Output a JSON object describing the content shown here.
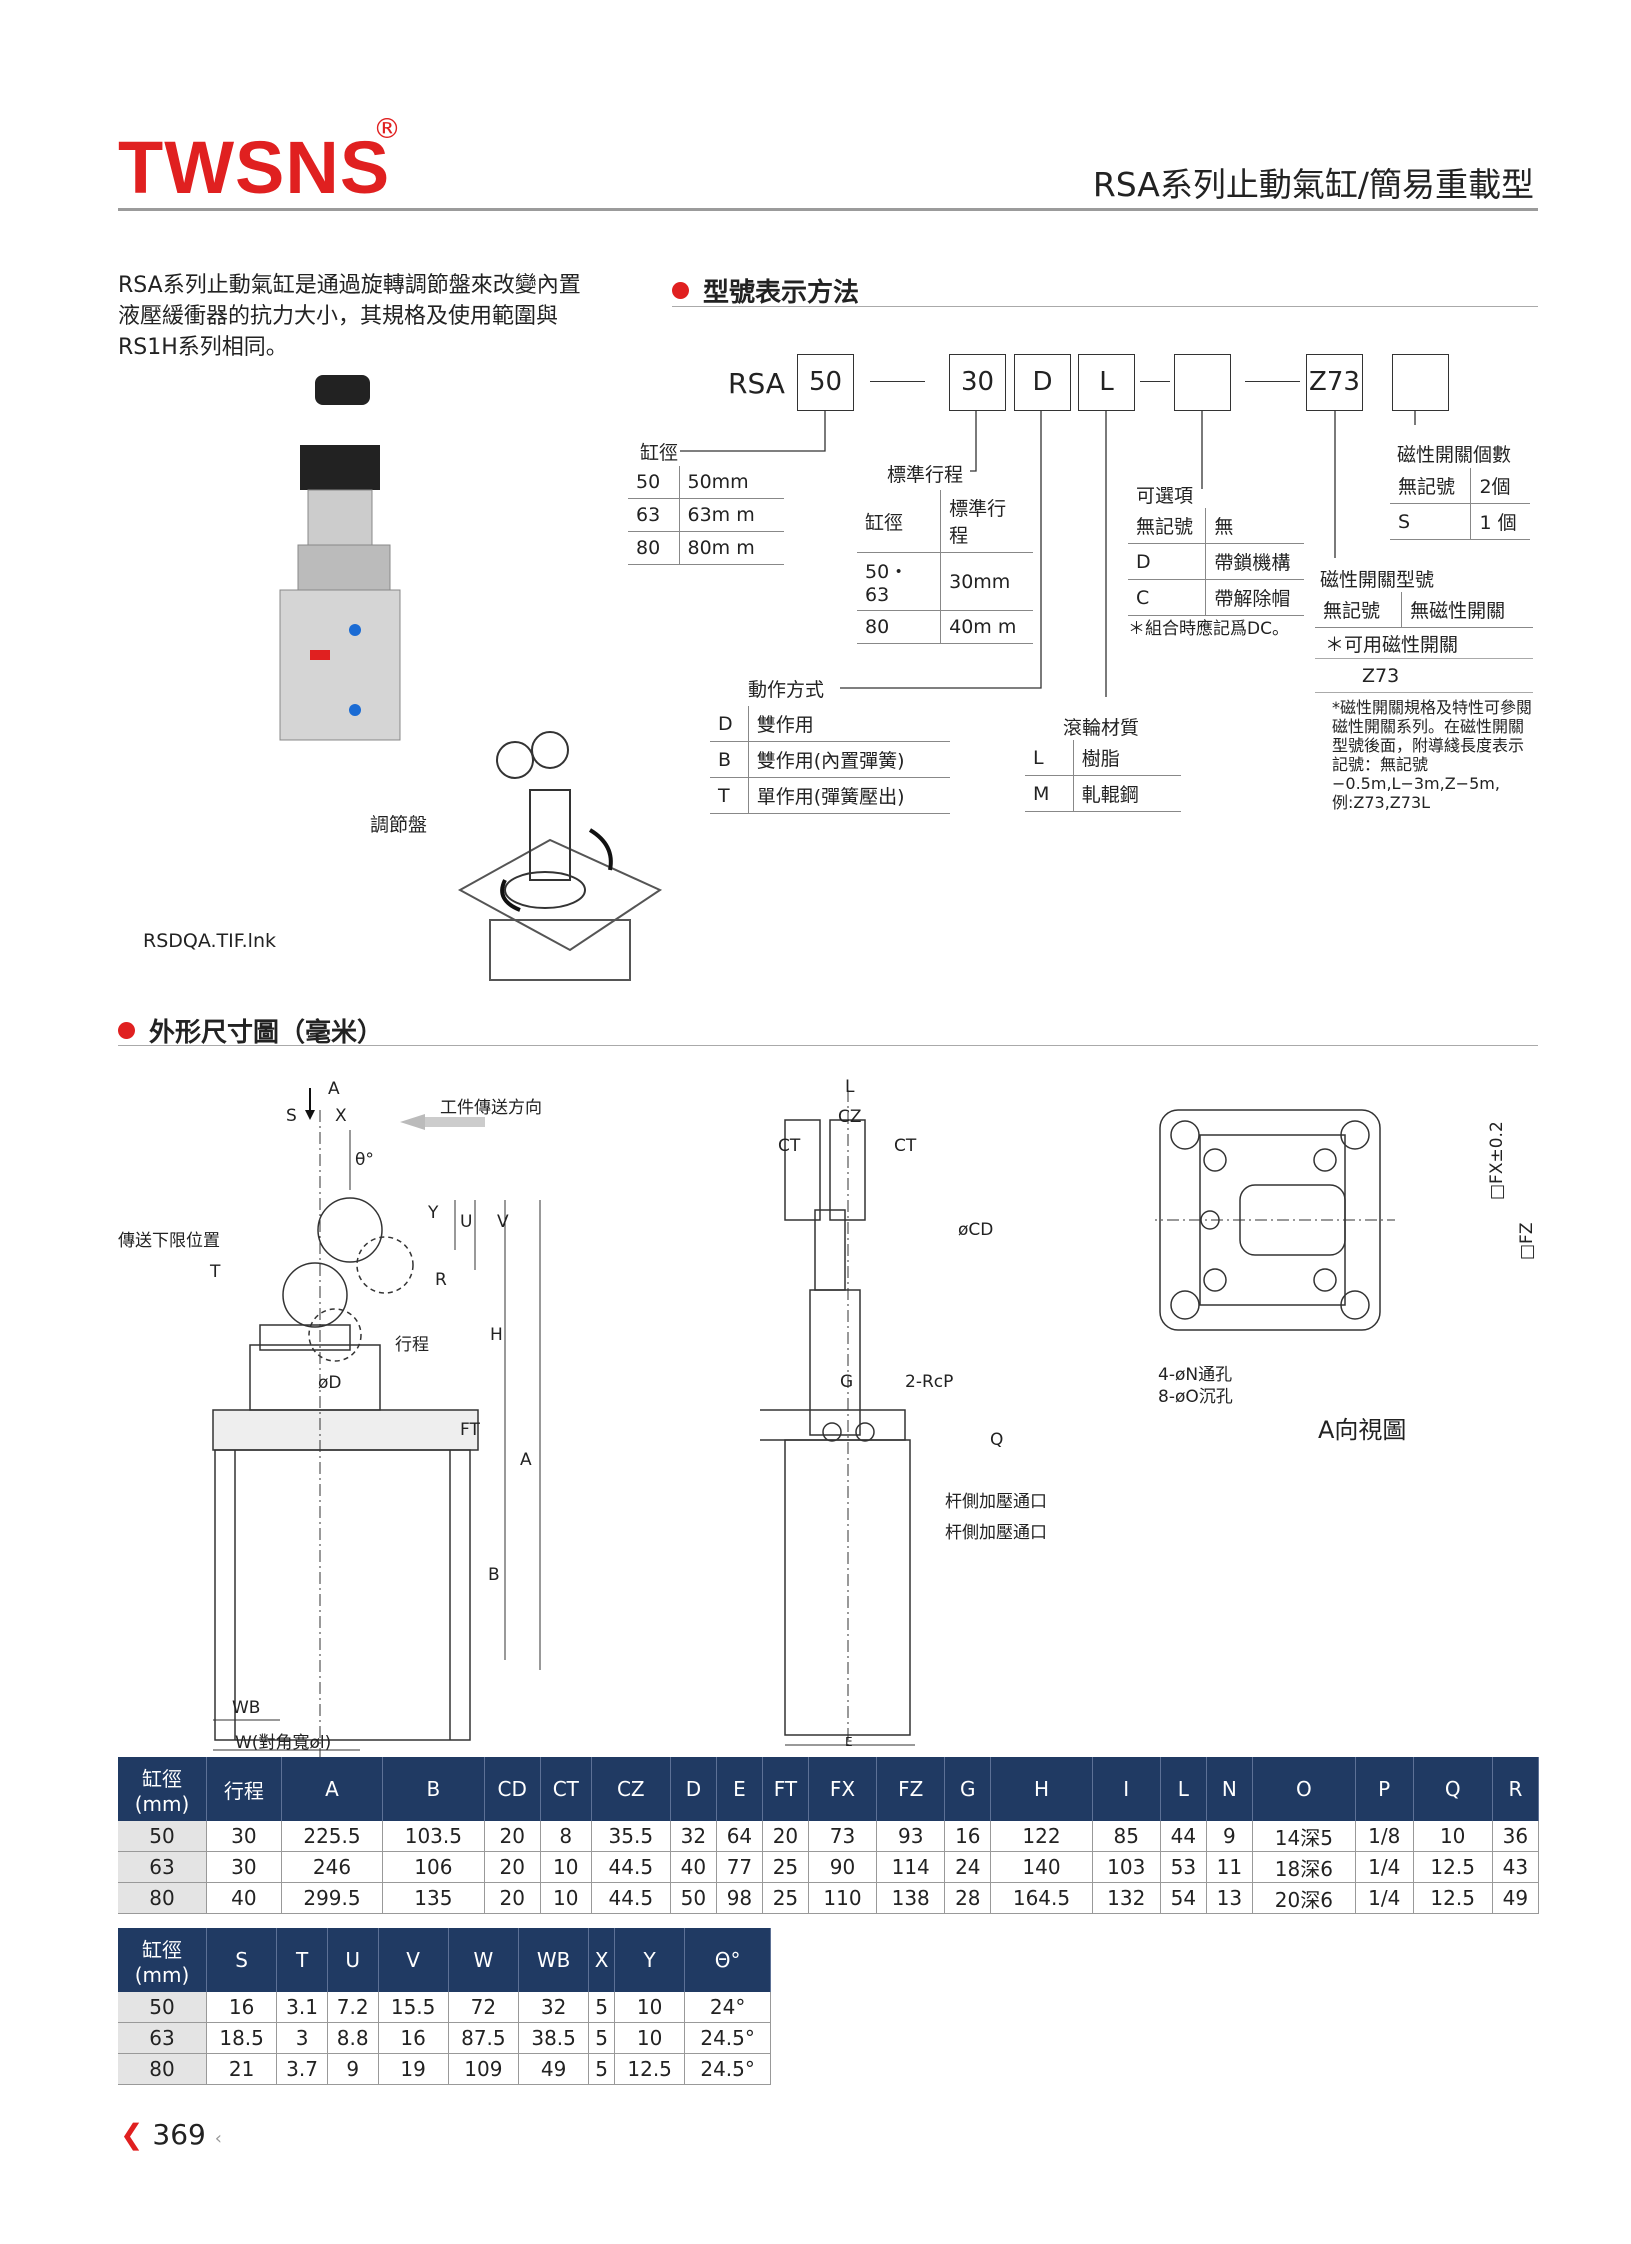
{
  "header": {
    "brand": "TWSNS",
    "registered": "®",
    "title": "RSA系列止動氣缸/簡易重載型"
  },
  "intro": {
    "text": "RSA系列止動氣缸是通過旋轉調節盤來改變內置液壓緩衝器的抗力大小，其規格及使用範圍與RS1H系列相同。",
    "photo_caption": "RSDQA.TIF.lnk",
    "adjust_label": "調節盤"
  },
  "model": {
    "heading": "型號表示方法",
    "prefix": "RSA",
    "codes": [
      "50",
      "30",
      "D",
      "L",
      "",
      "Z73",
      ""
    ],
    "bore": {
      "title": "缸徑",
      "rows": [
        [
          "50",
          "50mm"
        ],
        [
          "63",
          "63m  m"
        ],
        [
          "80",
          "80m  m"
        ]
      ]
    },
    "stroke": {
      "title": "標準行程",
      "head": [
        "缸徑",
        "標準行程"
      ],
      "rows": [
        [
          "50・63",
          "30mm"
        ],
        [
          "80",
          "40m  m"
        ]
      ]
    },
    "options": {
      "title": "可選項",
      "rows": [
        [
          "無記號",
          "無"
        ],
        [
          "D",
          "帶鎖機構"
        ],
        [
          "C",
          "帶解除帽"
        ]
      ],
      "note": "＊組合時應記爲DC。"
    },
    "switch_count": {
      "title": "磁性開關個數",
      "rows": [
        [
          "無記號",
          "2個"
        ],
        [
          "S",
          "1 個"
        ]
      ]
    },
    "switch_type": {
      "title": "磁性開關型號",
      "rows": [
        [
          "無記號",
          "無磁性開關"
        ]
      ],
      "avail": "＊可用磁性開關",
      "model": "Z73",
      "note": "*磁性開關規格及特性可參閱磁性開關系列。在磁性開關型號後面，附導綫長度表示記號：無記號−0.5m,L−3m,Z−5m,例:Z73,Z73L"
    },
    "action": {
      "title": "動作方式",
      "rows": [
        [
          "D",
          "雙作用"
        ],
        [
          "B",
          "雙作用(內置彈簧)"
        ],
        [
          "T",
          "單作用(彈簧壓出)"
        ]
      ]
    },
    "roller": {
      "title": "滾輪材質",
      "rows": [
        [
          "L",
          "樹脂"
        ],
        [
          "M",
          "軋輥鋼"
        ]
      ]
    }
  },
  "drawing": {
    "heading": "外形尺寸圖（毫米）",
    "labels": {
      "a_arrow": "A",
      "s": "S",
      "x": "X",
      "feed": "工件傳送方向",
      "lower": "傳送下限位置",
      "theta": "θ°",
      "y": "Y",
      "u": "U",
      "v": "V",
      "t": "T",
      "r": "R",
      "h": "H",
      "stroke": "行程",
      "d": "øD",
      "ft": "FT",
      "a": "A",
      "b": "B",
      "wb": "WB",
      "w": "W(對角寬øl)",
      "l": "L",
      "cz": "CZ",
      "ct1": "CT",
      "ct2": "CT",
      "cd": "øCD",
      "g": "G",
      "rcp": "2-RcP",
      "q": "Q",
      "port1": "杆側加壓通口",
      "port2": "杆側加壓通口",
      "e": "E",
      "fx": "□FX±0.2",
      "fz": "□FZ",
      "n": "4-øN通孔",
      "o": "8-øO沉孔",
      "aview": "A向視圖"
    }
  },
  "table1": {
    "headers": [
      "缸徑\n(mm)",
      "行程",
      "A",
      "B",
      "CD",
      "CT",
      "CZ",
      "D",
      "E",
      "FT",
      "FX",
      "FZ",
      "G",
      "H",
      "I",
      "L",
      "N",
      "O",
      "P",
      "Q",
      "R"
    ],
    "rows": [
      [
        "50",
        "30",
        "225.5",
        "103.5",
        "20",
        "8",
        "35.5",
        "32",
        "64",
        "20",
        "73",
        "93",
        "16",
        "122",
        "85",
        "44",
        "9",
        "14深5",
        "1/8",
        "10",
        "36"
      ],
      [
        "63",
        "30",
        "246",
        "106",
        "20",
        "10",
        "44.5",
        "40",
        "77",
        "25",
        "90",
        "114",
        "24",
        "140",
        "103",
        "53",
        "11",
        "18深6",
        "1/4",
        "12.5",
        "43"
      ],
      [
        "80",
        "40",
        "299.5",
        "135",
        "20",
        "10",
        "44.5",
        "50",
        "98",
        "25",
        "110",
        "138",
        "28",
        "164.5",
        "132",
        "54",
        "13",
        "20深6",
        "1/4",
        "12.5",
        "49"
      ]
    ]
  },
  "table2": {
    "headers": [
      "缸徑\n(mm)",
      "S",
      "T",
      "U",
      "V",
      "W",
      "WB",
      "X",
      "Y",
      "Θ°"
    ],
    "rows": [
      [
        "50",
        "16",
        "3.1",
        "7.2",
        "15.5",
        "72",
        "32",
        "5",
        "10",
        "24°"
      ],
      [
        "63",
        "18.5",
        "3",
        "8.8",
        "16",
        "87.5",
        "38.5",
        "5",
        "10",
        "24.5°"
      ],
      [
        "80",
        "21",
        "3.7",
        "9",
        "19",
        "109",
        "49",
        "5",
        "12.5",
        "24.5°"
      ]
    ]
  },
  "footer": {
    "page": "369"
  },
  "colors": {
    "brand": "#e02020",
    "table_header": "#203a63"
  }
}
